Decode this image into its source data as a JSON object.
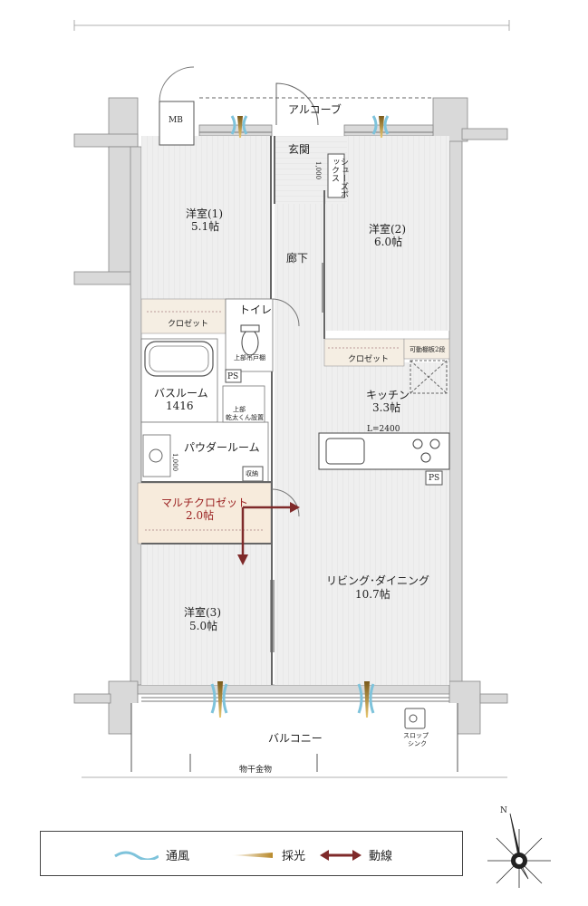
{
  "rooms": {
    "alcove": "アルコーブ",
    "entrance": "玄関",
    "shoe_box": "シューズボックス",
    "shoe_mark": "1,000",
    "hall": "廊下",
    "western1_name": "洋室(1)",
    "western1_size": "5.1帖",
    "western2_name": "洋室(2)",
    "western2_size": "6.0帖",
    "western3_name": "洋室(3)",
    "western3_size": "5.0帖",
    "closet1": "クロゼット",
    "closet2": "クロゼット",
    "adjustable_shelf": "可動棚板2段",
    "toilet": "トイレ",
    "toilet_shelf": "上部吊戸棚",
    "bath_name": "バスルーム",
    "bath_size": "1416",
    "powder": "パウダールーム",
    "powder_mark": "1,000",
    "dryer_top": "上部",
    "dryer_bottom": "乾太くん設置",
    "storage": "収納",
    "ps1": "PS",
    "ps2": "PS",
    "kitchen_name": "キッチン",
    "kitchen_size": "3.3帖",
    "kitchen_length": "L=2400",
    "multi_closet_name": "マルチクロゼット",
    "multi_closet_size": "2.0帖",
    "ldk_name": "リビング･ダイニング",
    "ldk_size": "10.7帖",
    "balcony": "バルコニー",
    "drying_hardware": "物干金物",
    "slop_sink_1": "スロップ",
    "slop_sink_2": "シンク",
    "mb": "MB"
  },
  "legend": {
    "ventilation": "通風",
    "daylight": "採光",
    "circulation": "動線"
  },
  "colors": {
    "floor": "#eeeeee",
    "wall": "#d9d9d9",
    "closet": "#f5eee3",
    "multi_closet": "#f7ebdc",
    "circulation": "#7f2a2a",
    "ventilation": "#7ec3db",
    "daylight": "#c99a3a"
  },
  "compass": {
    "north": "N"
  }
}
